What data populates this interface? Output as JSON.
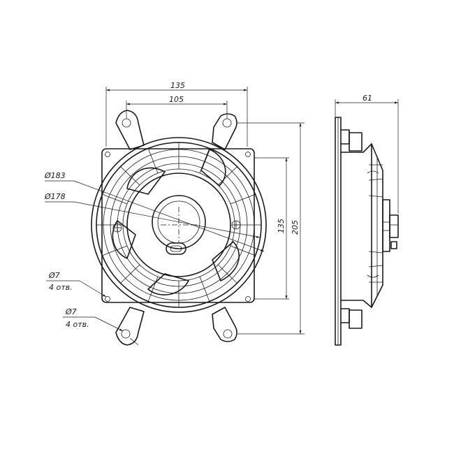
{
  "dimensions": {
    "width_outer": "135",
    "width_inner": "105",
    "depth": "61",
    "height_inner": "135",
    "height_outer": "205",
    "diameter_outer": "183",
    "diameter_inner": "178",
    "hole_1_diameter": "7",
    "hole_1_count": "4 отв.",
    "hole_2_diameter": "7",
    "hole_2_count": "4 отв."
  },
  "symbols": {
    "diameter": "Ø"
  }
}
